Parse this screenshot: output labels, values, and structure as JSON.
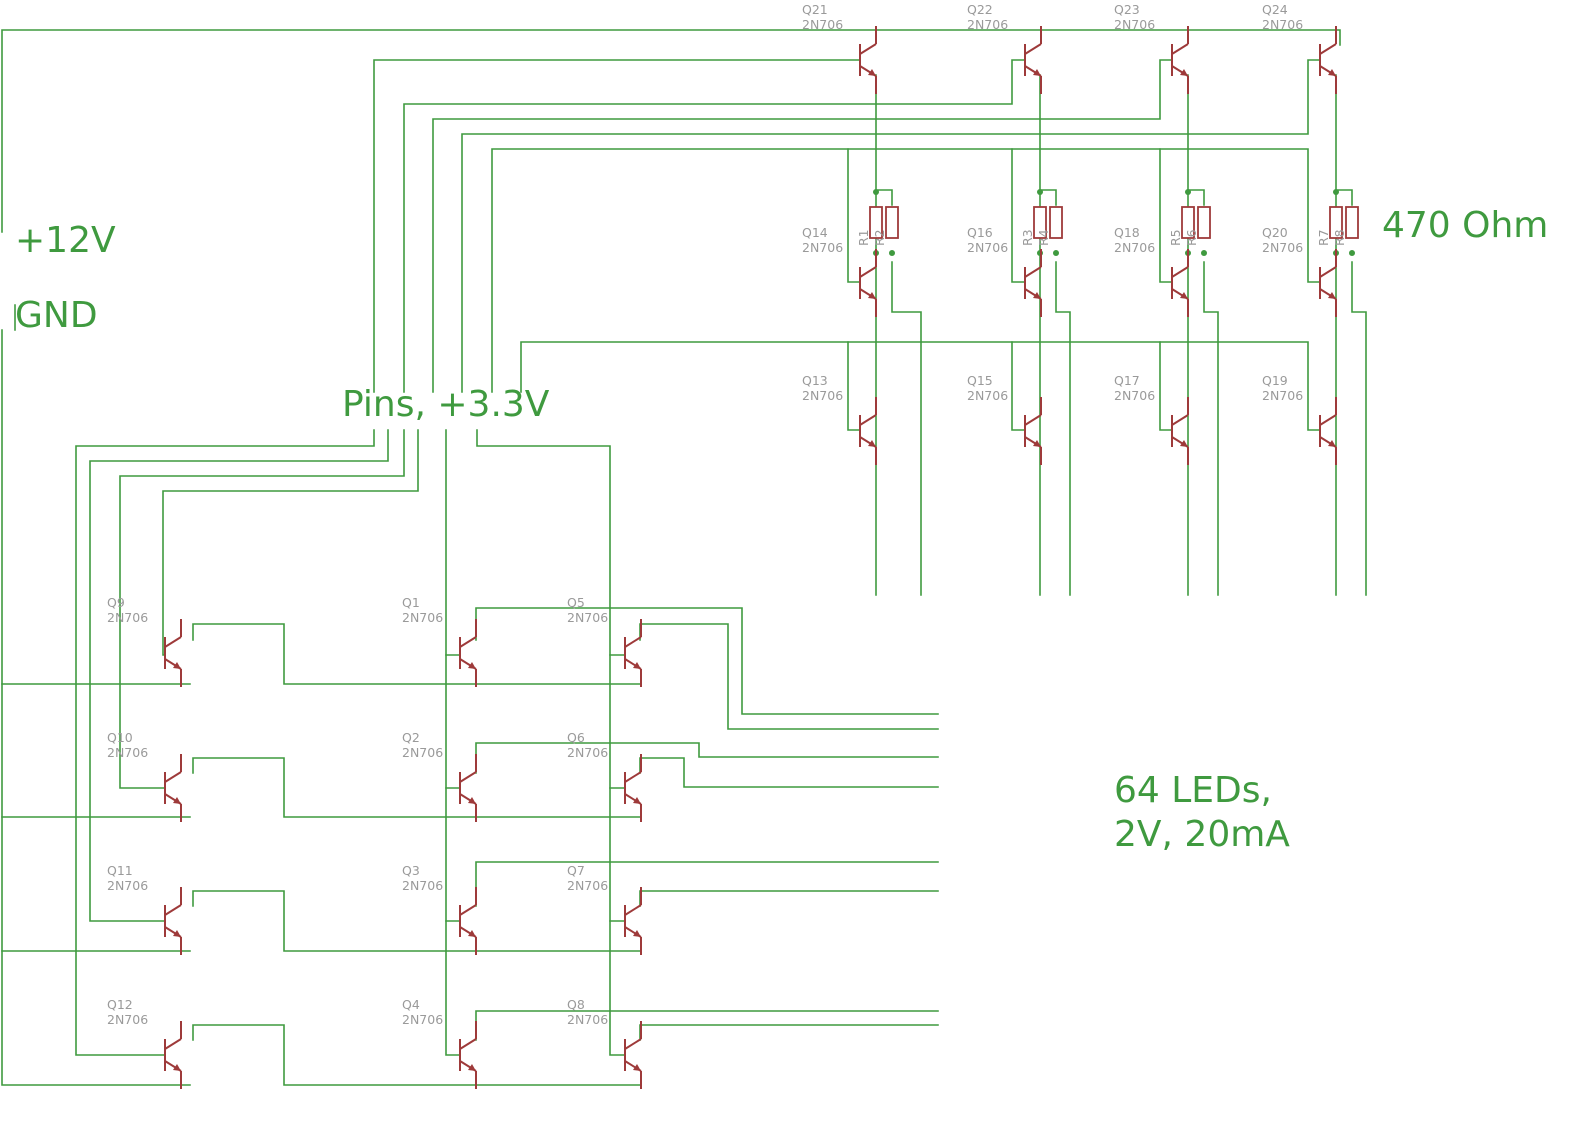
{
  "labels": {
    "supply_12v": "+12V",
    "gnd": "GND",
    "pins": "Pins, +3.3V",
    "resistor_value": "470 Ohm",
    "leds_line1": "64 LEDs,",
    "leds_line2": "2V, 20mA"
  },
  "transistor_type": "2N706",
  "transistors": [
    {
      "name": "Q21"
    },
    {
      "name": "Q22"
    },
    {
      "name": "Q23"
    },
    {
      "name": "Q24"
    },
    {
      "name": "Q14"
    },
    {
      "name": "Q16"
    },
    {
      "name": "Q18"
    },
    {
      "name": "Q20"
    },
    {
      "name": "Q13"
    },
    {
      "name": "Q15"
    },
    {
      "name": "Q17"
    },
    {
      "name": "Q19"
    },
    {
      "name": "Q9"
    },
    {
      "name": "Q1"
    },
    {
      "name": "Q5"
    },
    {
      "name": "Q10"
    },
    {
      "name": "Q2"
    },
    {
      "name": "Q6"
    },
    {
      "name": "Q11"
    },
    {
      "name": "Q3"
    },
    {
      "name": "Q7"
    },
    {
      "name": "Q12"
    },
    {
      "name": "Q4"
    },
    {
      "name": "Q8"
    }
  ],
  "resistors": [
    {
      "name": "R1"
    },
    {
      "name": "R2"
    },
    {
      "name": "R3"
    },
    {
      "name": "R4"
    },
    {
      "name": "R5"
    },
    {
      "name": "R6"
    },
    {
      "name": "R7"
    },
    {
      "name": "R8"
    }
  ],
  "colors": {
    "wire": "#3f9a3f",
    "component": "#9e3a3a",
    "part_label": "#9a9a9a"
  }
}
